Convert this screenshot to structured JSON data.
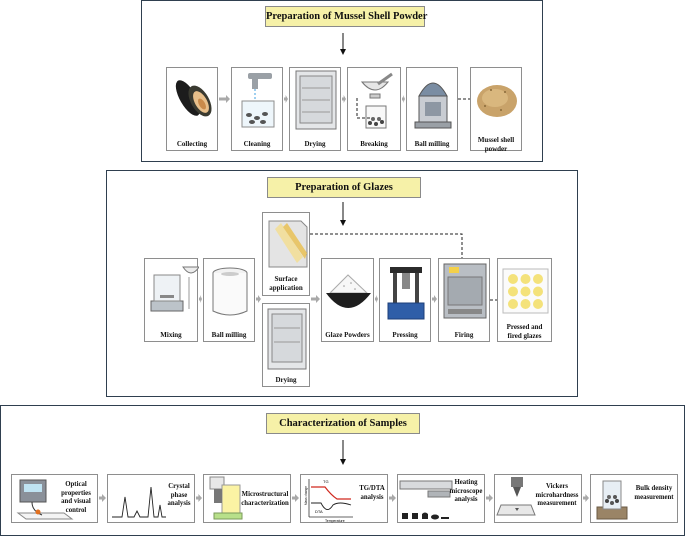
{
  "sections": {
    "mussel": {
      "title": "Preparation of Mussel Shell Powder",
      "steps": [
        "Collecting",
        "Cleaning",
        "Drying",
        "Breaking",
        "Ball milling",
        "Mussel shell\npowder"
      ]
    },
    "glazes": {
      "title": "Preparation of Glazes",
      "steps": {
        "mixing": "Mixing",
        "ball_milling": "Ball milling",
        "surface_application": "Surface\napplication",
        "drying": "Drying",
        "glaze_powders": "Glaze Powders",
        "pressing": "Pressing",
        "firing": "Firing",
        "pressed_fired": "Pressed and\nfired glazes"
      }
    },
    "characterization": {
      "title": "Characterization of Samples",
      "steps": {
        "optical": "Optical\nproperties\nand visual\ncontrol",
        "crystal": "Crystal\nphase\nanalysis",
        "micro": "Microstructural\ncharacterization",
        "tgdta": "TG/DTA\nanalysis",
        "heating": "Heating\nmicroscope\nanalysis",
        "vickers": "Vickers\nmicrohardness\nmeasurement",
        "bulk": "Bulk density\nmeasurement"
      },
      "tg_plot_labels": {
        "tg": "TG",
        "dta": "DTA",
        "x_axis": "Temperature",
        "y_axis": "Mass change"
      }
    }
  },
  "colors": {
    "border": "#2f3f4f",
    "title_bg": "#f6f1a8",
    "flow_arrow": "#a9a9a9",
    "mussel_brown": "#e8bf8a",
    "shell_dark": "#1c1c1c",
    "powder": "#c9a36a",
    "glaze_dot": "#f4e27a",
    "pressing_blue": "#2f5ea8"
  },
  "icons": [
    "mussel-icon",
    "faucet-icon",
    "oven-icon",
    "mortar-icon",
    "ball-mill-icon",
    "powder-pile-icon",
    "balance-icon",
    "jar-icon",
    "brush-icon",
    "bowl-icon",
    "press-icon",
    "furnace-icon",
    "sample-tray-icon",
    "meter-icon",
    "xrd-icon",
    "microscope-icon",
    "tg-curve-icon",
    "heating-icon",
    "indenter-icon",
    "cylinder-icon"
  ]
}
